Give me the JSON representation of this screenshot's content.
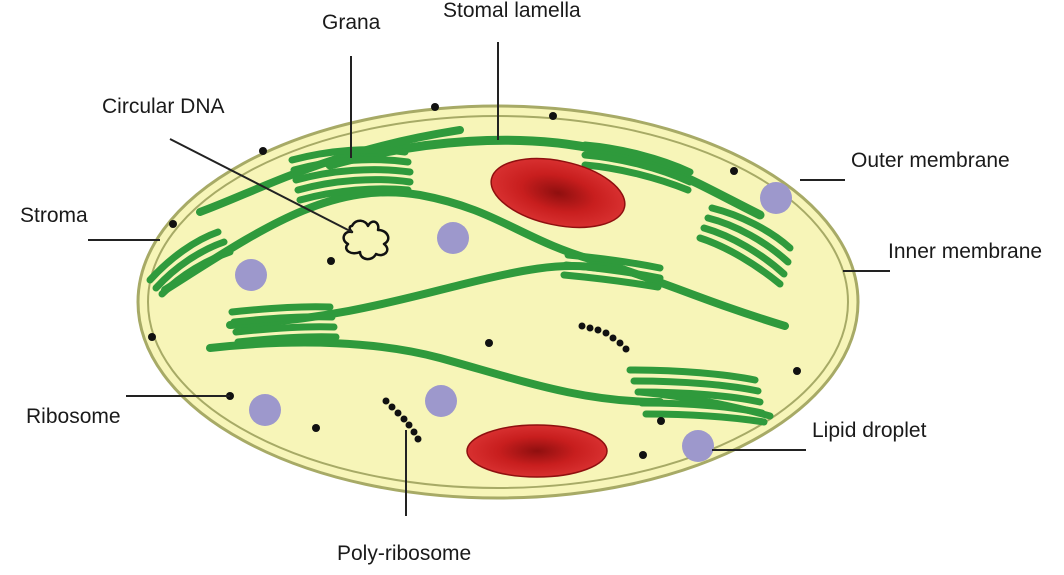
{
  "diagram": {
    "labels": {
      "grana": "Grana",
      "stomal_lamella": "Stomal lamella",
      "circular_dna": "Circular DNA",
      "outer_membrane": "Outer membrane",
      "stroma": "Stroma",
      "inner_membrane": "Inner membrane",
      "ribosome": "Ribosome",
      "lipid_droplet": "Lipid droplet",
      "poly_ribosome": "Poly-ribosome"
    },
    "colors": {
      "stroma_fill": "#f7f5b8",
      "membrane": "#a7aa66",
      "thylakoid": "#2f9a3c",
      "thylakoid_dark": "#1e6d29",
      "starch": "#c81e1e",
      "lipid": "#9d98cc",
      "ribosome": "#111111"
    }
  }
}
